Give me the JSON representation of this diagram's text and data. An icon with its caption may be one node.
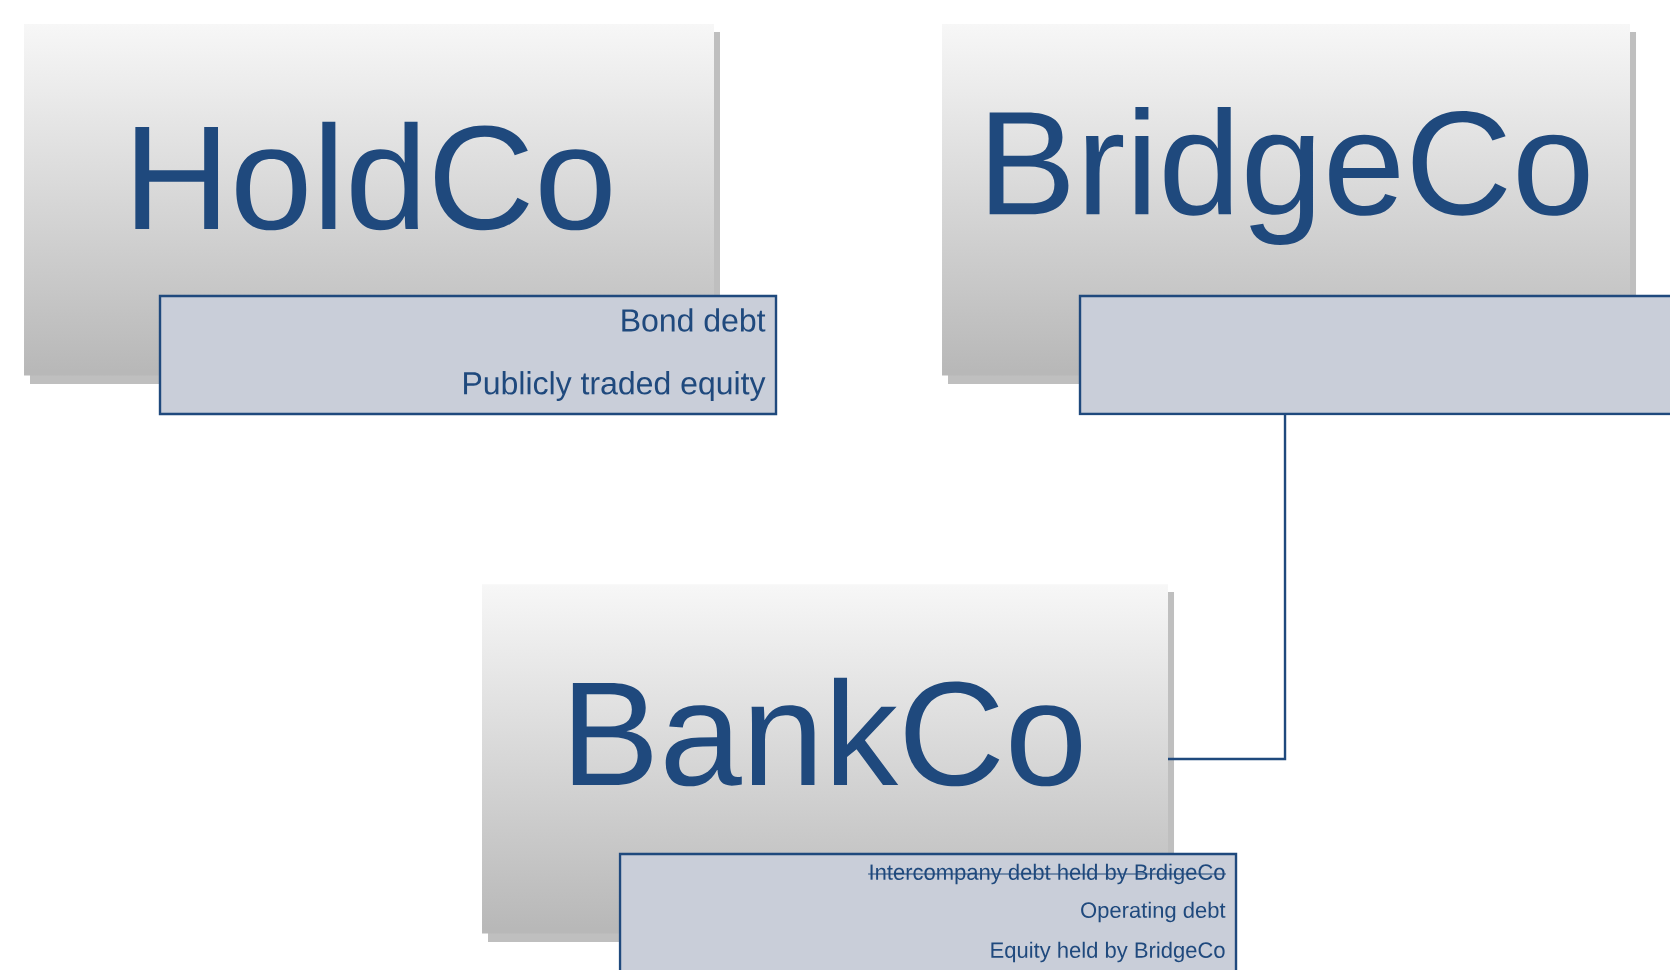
{
  "diagram": {
    "nodes": [
      {
        "text": [
          "HoldCo"
        ]
      },
      {
        "text": [
          "Bond debt",
          "Publicly traded equity"
        ]
      },
      {
        "text": [
          "BridgeCo"
        ]
      },
      {
        "text": [],
        "shape": "box"
      },
      {
        "text": [
          "BankCo"
        ]
      },
      {
        "text": [
          "Intercompany debt held by BrdigeCo",
          "Operating debt",
          "Equity held by BridgeCo"
        ]
      }
    ],
    "edges": [
      {
        "from": 3,
        "to": 4,
        "arrow": "none"
      }
    ]
  }
}
